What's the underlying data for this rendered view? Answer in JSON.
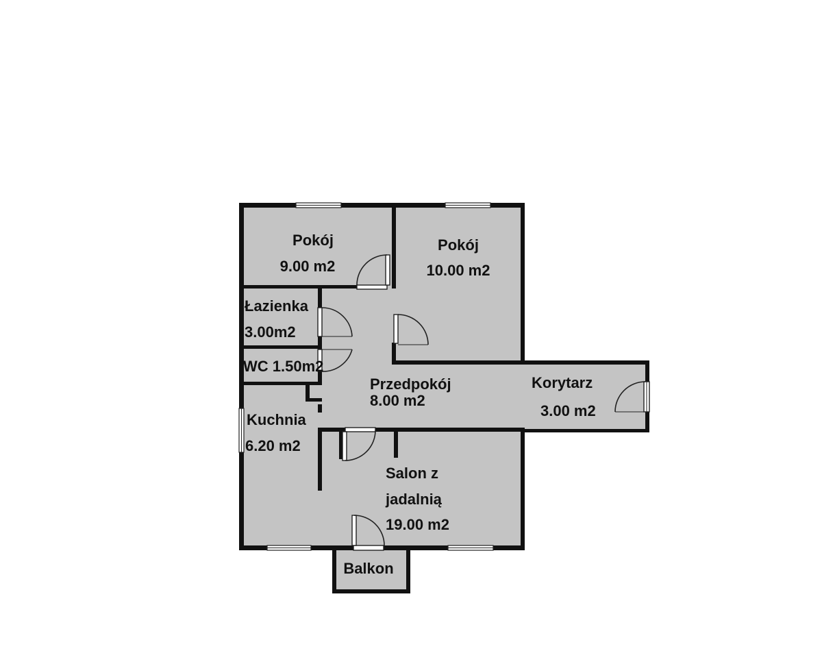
{
  "plan": {
    "colors": {
      "floor": "#c4c4c4",
      "wall": "#111111",
      "background": "#ffffff"
    },
    "rooms": [
      {
        "id": "pokoj-1",
        "name": "Pokój",
        "area": "9.00 m2"
      },
      {
        "id": "pokoj-2",
        "name": "Pokój",
        "area": "10.00 m2"
      },
      {
        "id": "lazienka",
        "name": "Łazienka",
        "area": "3.00m2"
      },
      {
        "id": "wc",
        "name": "WC 1.50m2",
        "area": ""
      },
      {
        "id": "przedpokoj",
        "name": "Przedpokój",
        "area": "8.00 m2"
      },
      {
        "id": "korytarz",
        "name": "Korytarz",
        "area": "3.00 m2"
      },
      {
        "id": "kuchnia",
        "name": "Kuchnia",
        "area": "6.20 m2"
      },
      {
        "id": "salon",
        "name": "Salon z",
        "name_line2": "jadalnią",
        "area": "19.00 m2"
      },
      {
        "id": "balkon",
        "name": "Balkon",
        "area": ""
      }
    ]
  }
}
